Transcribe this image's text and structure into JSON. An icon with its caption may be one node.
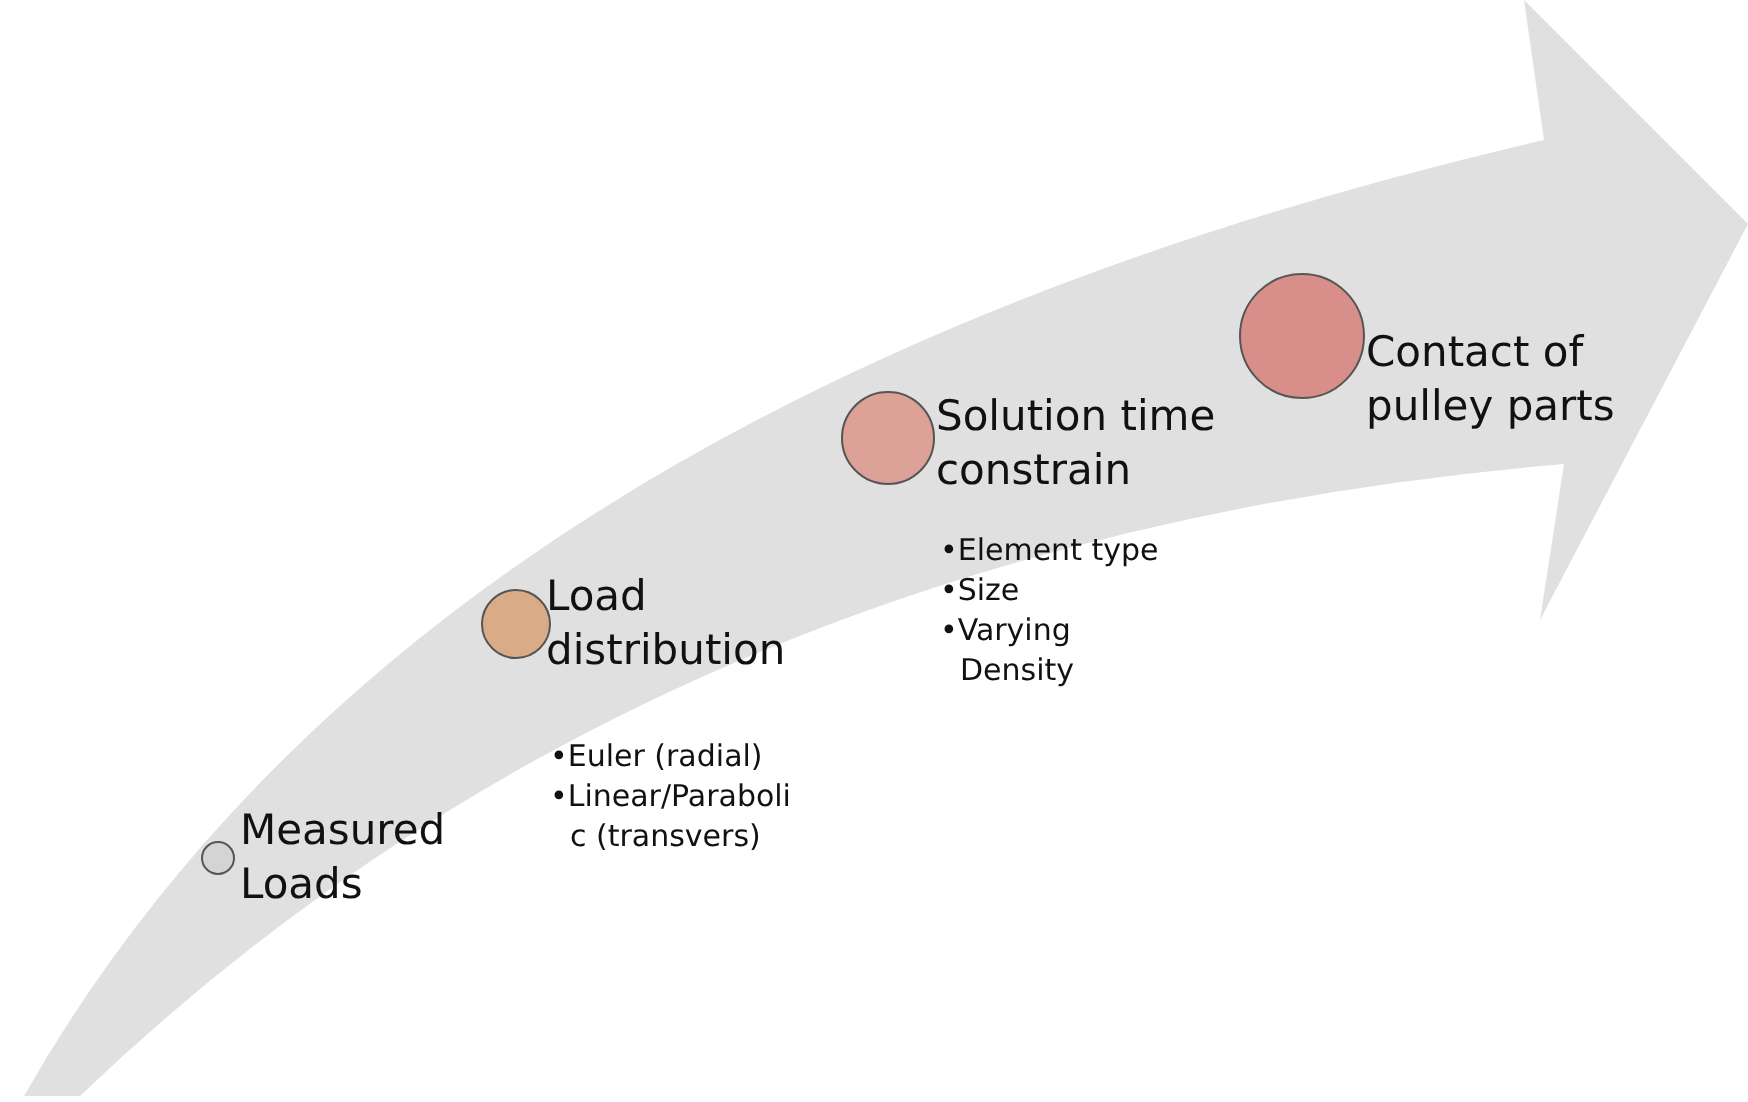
{
  "diagram": {
    "nodes": [
      {
        "text": [
          "Measured Loads"
        ]
      },
      {
        "text": [
          "Load distribution",
          "•Euler (radial)",
          "•Linear/Parabolic (transvers)"
        ]
      },
      {
        "text": [
          "Solution time constrain",
          "•Element type",
          "•Size",
          "•Varying Density"
        ]
      },
      {
        "text": [
          "Contact of pulley parts"
        ]
      }
    ]
  }
}
